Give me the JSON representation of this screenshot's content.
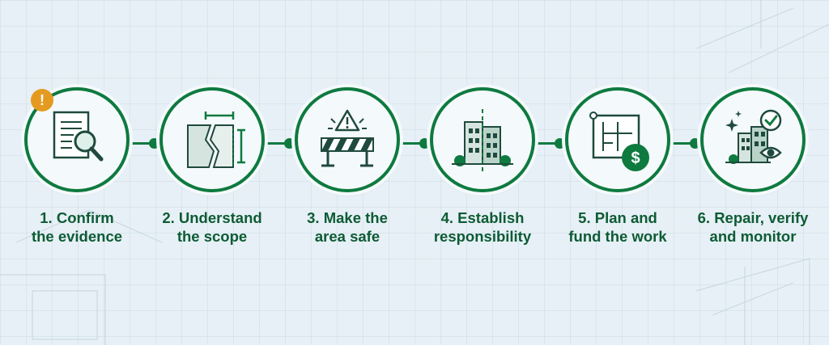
{
  "steps": [
    {
      "number": "1.",
      "line1": "Confirm",
      "line2": "the evidence",
      "icon": "magnifier-document-icon"
    },
    {
      "number": "2.",
      "line1": "Understand",
      "line2": "the scope",
      "icon": "crack-measure-icon"
    },
    {
      "number": "3.",
      "line1": "Make the",
      "line2": "area safe",
      "icon": "warning-barrier-icon"
    },
    {
      "number": "4.",
      "line1": "Establish",
      "line2": "responsibility",
      "icon": "building-split-icon"
    },
    {
      "number": "5.",
      "line1": "Plan and",
      "line2": "fund the work",
      "icon": "blueprint-dollar-icon"
    },
    {
      "number": "6.",
      "line1": "Repair, verify",
      "line2": "and monitor",
      "icon": "building-check-eye-icon"
    }
  ],
  "alert_badge": "!",
  "colors": {
    "accent": "#0e7a3f",
    "label": "#0d5b34",
    "alert": "#e59a1f",
    "background": "#e7f0f6"
  }
}
